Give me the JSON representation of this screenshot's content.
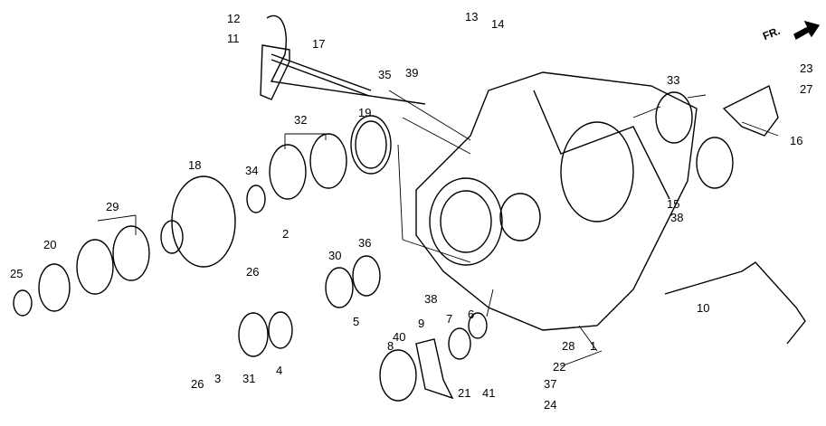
{
  "direction_marker": "FR.",
  "labels": {
    "l1": "1",
    "l2": "2",
    "l3": "3",
    "l4": "4",
    "l5": "5",
    "l6": "6",
    "l7": "7",
    "l8": "8",
    "l9": "9",
    "l10": "10",
    "l11": "11",
    "l12": "12",
    "l13": "13",
    "l14": "14",
    "l15": "15",
    "l16": "16",
    "l17": "17",
    "l18": "18",
    "l19": "19",
    "l20": "20",
    "l21": "21",
    "l22": "22",
    "l23": "23",
    "l24": "24",
    "l25": "25",
    "l26a": "26",
    "l26b": "26",
    "l27": "27",
    "l28": "28",
    "l29": "29",
    "l30": "30",
    "l31": "31",
    "l32": "32",
    "l33": "33",
    "l34": "34",
    "l35": "35",
    "l36": "36",
    "l37": "37",
    "l38a": "38",
    "l38b": "38",
    "l39": "39",
    "l40": "40",
    "l41": "41"
  }
}
